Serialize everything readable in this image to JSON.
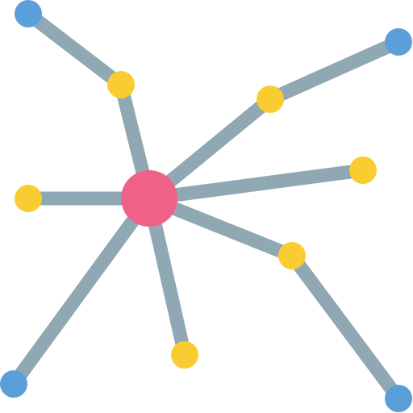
{
  "diagram": {
    "name": "network-graph-icon",
    "colors": {
      "edge": "#90a8b4",
      "hub": "#ee6188",
      "node_yellow": "#f9cd32",
      "node_blue": "#5b9fda",
      "background": "#ffffff"
    },
    "nodes": [
      {
        "id": "hub",
        "role": "hub",
        "color": "hub"
      },
      {
        "id": "n-top-left-mid",
        "role": "node",
        "color": "node_yellow"
      },
      {
        "id": "n-top-left-end",
        "role": "node",
        "color": "node_blue"
      },
      {
        "id": "n-upper-right-mid",
        "role": "node",
        "color": "node_yellow"
      },
      {
        "id": "n-upper-right-end",
        "role": "node",
        "color": "node_blue"
      },
      {
        "id": "n-right",
        "role": "node",
        "color": "node_yellow"
      },
      {
        "id": "n-lower-right-mid",
        "role": "node",
        "color": "node_yellow"
      },
      {
        "id": "n-lower-right-end",
        "role": "node",
        "color": "node_blue"
      },
      {
        "id": "n-left",
        "role": "node",
        "color": "node_yellow"
      },
      {
        "id": "n-bottom",
        "role": "node",
        "color": "node_yellow"
      },
      {
        "id": "n-bottom-left",
        "role": "node",
        "color": "node_blue"
      }
    ],
    "edges": [
      {
        "from": "hub",
        "to": "n-top-left-mid"
      },
      {
        "from": "n-top-left-mid",
        "to": "n-top-left-end"
      },
      {
        "from": "hub",
        "to": "n-upper-right-mid"
      },
      {
        "from": "n-upper-right-mid",
        "to": "n-upper-right-end"
      },
      {
        "from": "hub",
        "to": "n-right"
      },
      {
        "from": "hub",
        "to": "n-lower-right-mid"
      },
      {
        "from": "n-lower-right-mid",
        "to": "n-lower-right-end"
      },
      {
        "from": "hub",
        "to": "n-left"
      },
      {
        "from": "hub",
        "to": "n-bottom"
      },
      {
        "from": "hub",
        "to": "n-bottom-left"
      }
    ]
  }
}
